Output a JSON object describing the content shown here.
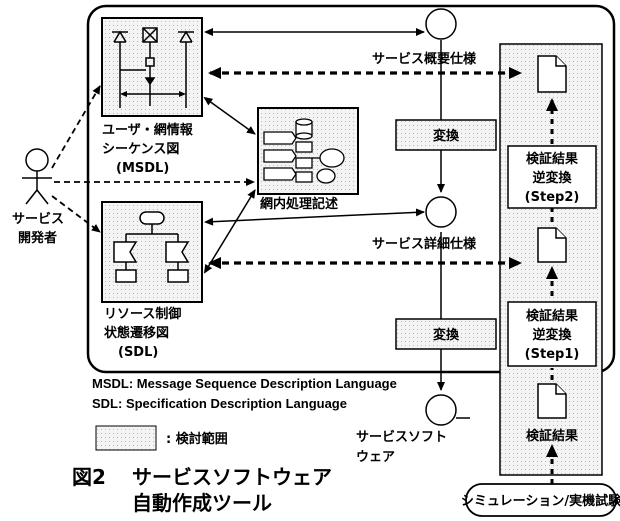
{
  "colors": {
    "ink": "#000000",
    "background": "#ffffff",
    "study_range_fill": "#e6e6e6"
  },
  "nodes": {
    "service_outline_spec": "サービス概要仕様",
    "service_detail_spec": "サービス詳細仕様",
    "service_software": [
      "サービスソフト",
      "ウェア"
    ],
    "convert_1": "変換",
    "convert_2": "変換",
    "user_network_sequence": [
      "ユーザ・網情報",
      "シーケンス図",
      "(MSDL)"
    ],
    "network_processing": "網内処理記述",
    "resource_control_state": [
      "リソース制御",
      "状態遷移図",
      "(SDL)"
    ],
    "developer": [
      "サービス",
      "開発者"
    ],
    "verify_inverse_step2": [
      "検証結果",
      "逆変換",
      "(Step2)"
    ],
    "verify_inverse_step1": [
      "検証結果",
      "逆変換",
      "(Step1)"
    ],
    "verify_result": "検証結果",
    "simulation": "シミュレーション/実機試験"
  },
  "legend": {
    "msdl": "MSDL: Message Sequence Description Language",
    "sdl": "SDL: Specification Description Language",
    "study_range": ": 検討範囲"
  },
  "caption": {
    "number": "図2",
    "title_line1": "サービスソフトウェア",
    "title_line2": "自動作成ツール"
  }
}
